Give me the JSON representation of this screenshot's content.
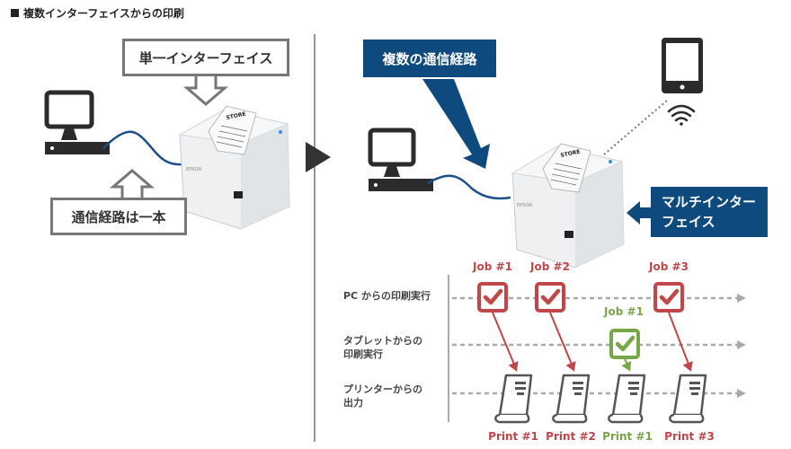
{
  "title": "複数インターフェイスからの印刷",
  "colors": {
    "accent_blue": "#0f4a7e",
    "cable_blue": "#1c4f8a",
    "job_red": "#c0464a",
    "job_green": "#7aa64a",
    "callout_gray": "#777777",
    "dark": "#333333"
  },
  "left_panel": {
    "callout_top": "単一インターフェイス",
    "callout_bottom": "通信経路は一本"
  },
  "right_panel": {
    "callout_top": "複数の通信経路",
    "callout_right_line1": "マルチインター",
    "callout_right_line2": "フェイス"
  },
  "icons": [
    "pc-monitor-icon",
    "printer-image",
    "tablet-icon",
    "wifi-icon",
    "receipt-icon",
    "checkbox-icon",
    "play-arrow-icon"
  ],
  "timeline": {
    "lanes": [
      {
        "label_line1": "PC からの印刷実行",
        "label_line2": ""
      },
      {
        "label_line1": "タブレットからの",
        "label_line2": "印刷実行"
      },
      {
        "label_line1": "プリンターからの",
        "label_line2": "出力"
      }
    ],
    "jobs": [
      {
        "label": "Job #1",
        "lane": 0,
        "color": "red"
      },
      {
        "label": "Job #2",
        "lane": 0,
        "color": "red"
      },
      {
        "label": "Job #1",
        "lane": 1,
        "color": "green"
      },
      {
        "label": "Job #3",
        "lane": 0,
        "color": "red"
      }
    ],
    "prints": [
      {
        "label": "Print #1",
        "color": "red"
      },
      {
        "label": "Print #2",
        "color": "red"
      },
      {
        "label": "Print #1",
        "color": "green"
      },
      {
        "label": "Print #3",
        "color": "red"
      }
    ]
  }
}
